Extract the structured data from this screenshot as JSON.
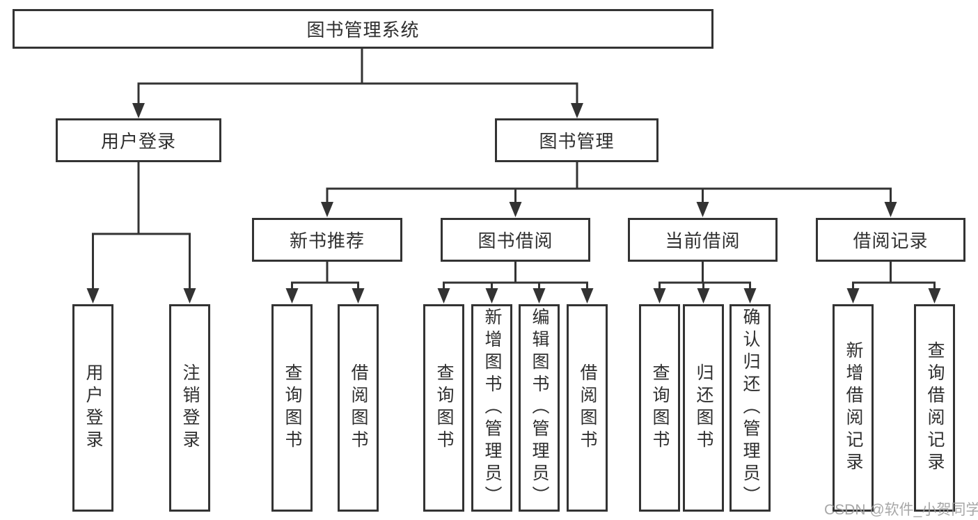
{
  "nodes": {
    "root": "图书管理系统",
    "login": "用户登录",
    "mgmt": "图书管理",
    "newbook": "新书推荐",
    "borrow": "图书借阅",
    "current": "当前借阅",
    "record": "借阅记录"
  },
  "leaves": {
    "login": [
      "用户登录",
      "注销登录"
    ],
    "newbook": [
      "查询图书",
      "借阅图书"
    ],
    "borrow": [
      "查询图书",
      "新增图书（管理员）",
      "编辑图书（管理员）",
      "借阅图书"
    ],
    "current": [
      "查询图书",
      "归还图书",
      "确认归还（管理员）"
    ],
    "record": [
      "新增借阅记录",
      "查询借阅记录"
    ]
  },
  "watermark": {
    "text": "CSDN @软件_小贺同学"
  },
  "colors": {
    "line": "#333333",
    "text": "#2f2f2f",
    "watermark": "#9e9e9e",
    "background": "#ffffff"
  }
}
